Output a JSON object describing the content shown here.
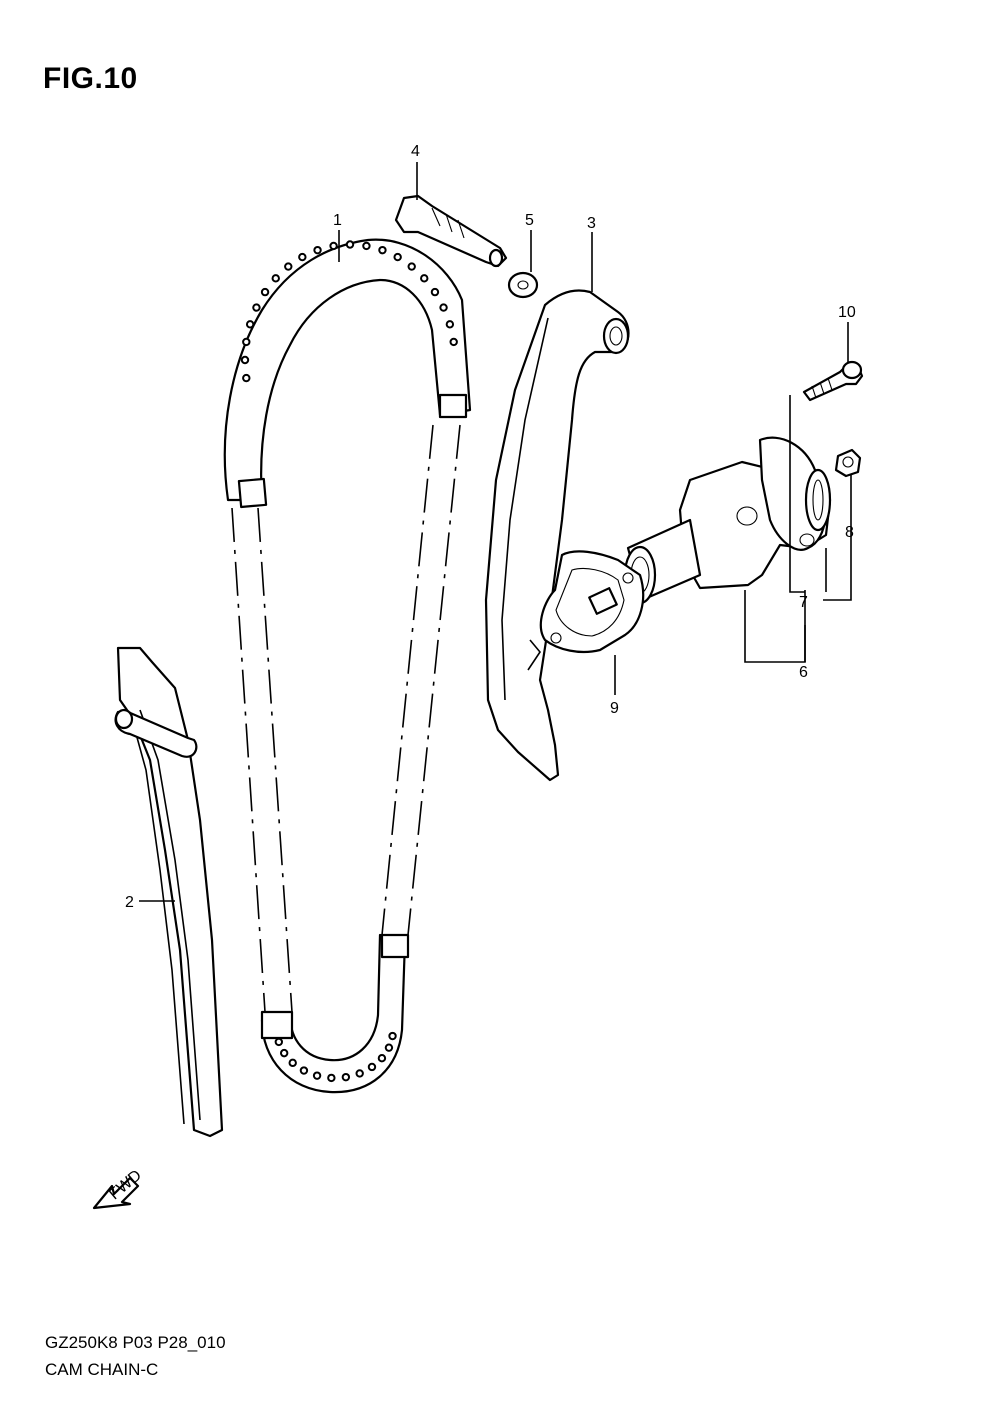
{
  "figure": {
    "title": "FIG.10",
    "code": "GZ250K8 P03 P28_010",
    "name": "CAM CHAIN-C",
    "fwd_label": "FWD"
  },
  "callouts": [
    {
      "id": "1",
      "label": "1"
    },
    {
      "id": "2",
      "label": "2"
    },
    {
      "id": "3",
      "label": "3"
    },
    {
      "id": "4",
      "label": "4"
    },
    {
      "id": "5",
      "label": "5"
    },
    {
      "id": "6",
      "label": "6"
    },
    {
      "id": "7",
      "label": "7"
    },
    {
      "id": "8",
      "label": "8"
    },
    {
      "id": "9",
      "label": "9"
    },
    {
      "id": "10",
      "label": "10"
    }
  ]
}
